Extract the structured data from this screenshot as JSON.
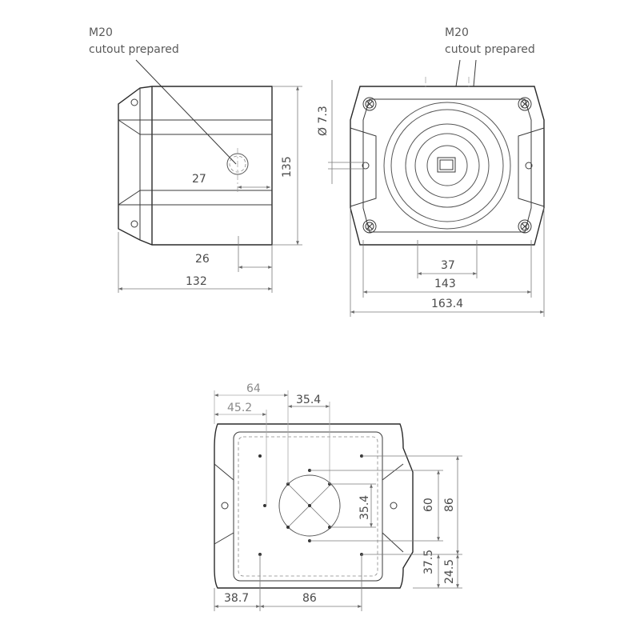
{
  "side_view": {
    "callout": [
      "M20",
      "cutout prepared"
    ],
    "dims": {
      "hole_offset": "27",
      "bottom_offset": "26",
      "depth": "132",
      "height": "135"
    }
  },
  "front_view": {
    "callout": [
      "M20",
      "cutout prepared"
    ],
    "dims": {
      "hole_diameter": "Ø 7.3",
      "center_spacing": "37",
      "hole_spacing": "143",
      "overall_width": "163.4"
    }
  },
  "base_view": {
    "dims": {
      "top_64": "64",
      "top_45_2": "45.2",
      "top_35_4": "35.4",
      "right_35_4": "35.4",
      "right_60": "60",
      "right_86": "86",
      "right_37_5": "37.5",
      "right_24_5": "24.5",
      "bottom_38_7": "38.7",
      "bottom_86": "86"
    }
  }
}
